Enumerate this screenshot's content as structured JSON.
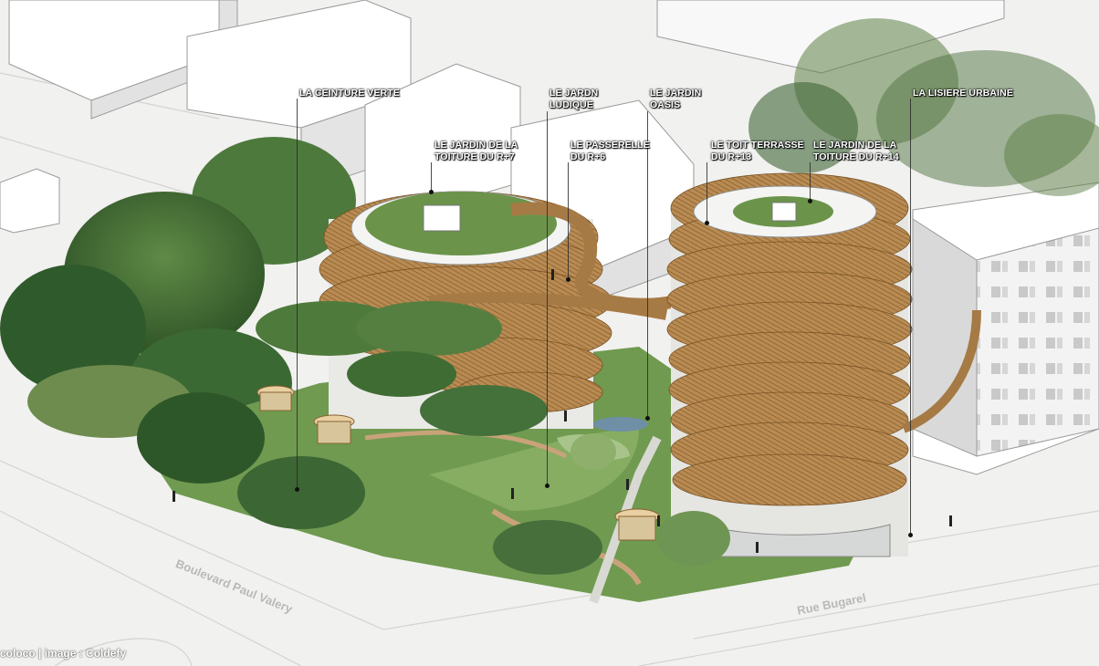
{
  "labels": {
    "ceinture_verte": "LA CEINTURE VERTE",
    "jardin_toiture_r7": [
      "LE JARDIN DE LA",
      "TOITURE DU R+7"
    ],
    "jardin_ludique": [
      "LE JARDN",
      "LUDIQUE"
    ],
    "passerelle_r6": [
      "LE PASSERELLE",
      "DU R+6"
    ],
    "jardin_oasis": [
      "LE JARDIN",
      "OASIS"
    ],
    "toit_terrasse_r13": [
      "LE TOIT TERRASSE",
      "DU R+13"
    ],
    "jardin_toiture_r14": [
      "LE JARDIN DE LA",
      "TOITURE DU R+14"
    ],
    "lisiere_urbaine": "LA LISIERE URBAINE"
  },
  "streets": {
    "boulevard": "Boulevard Paul Valery",
    "rue": "Rue Bugarel"
  },
  "credit": "coloco | image : Coldefy",
  "colors": {
    "facade_wood": "#b98b52",
    "foliage_dark": "#3e6a34",
    "foliage_light": "#7ea35c",
    "building_white": "#ffffff",
    "ground": "#ececea"
  }
}
